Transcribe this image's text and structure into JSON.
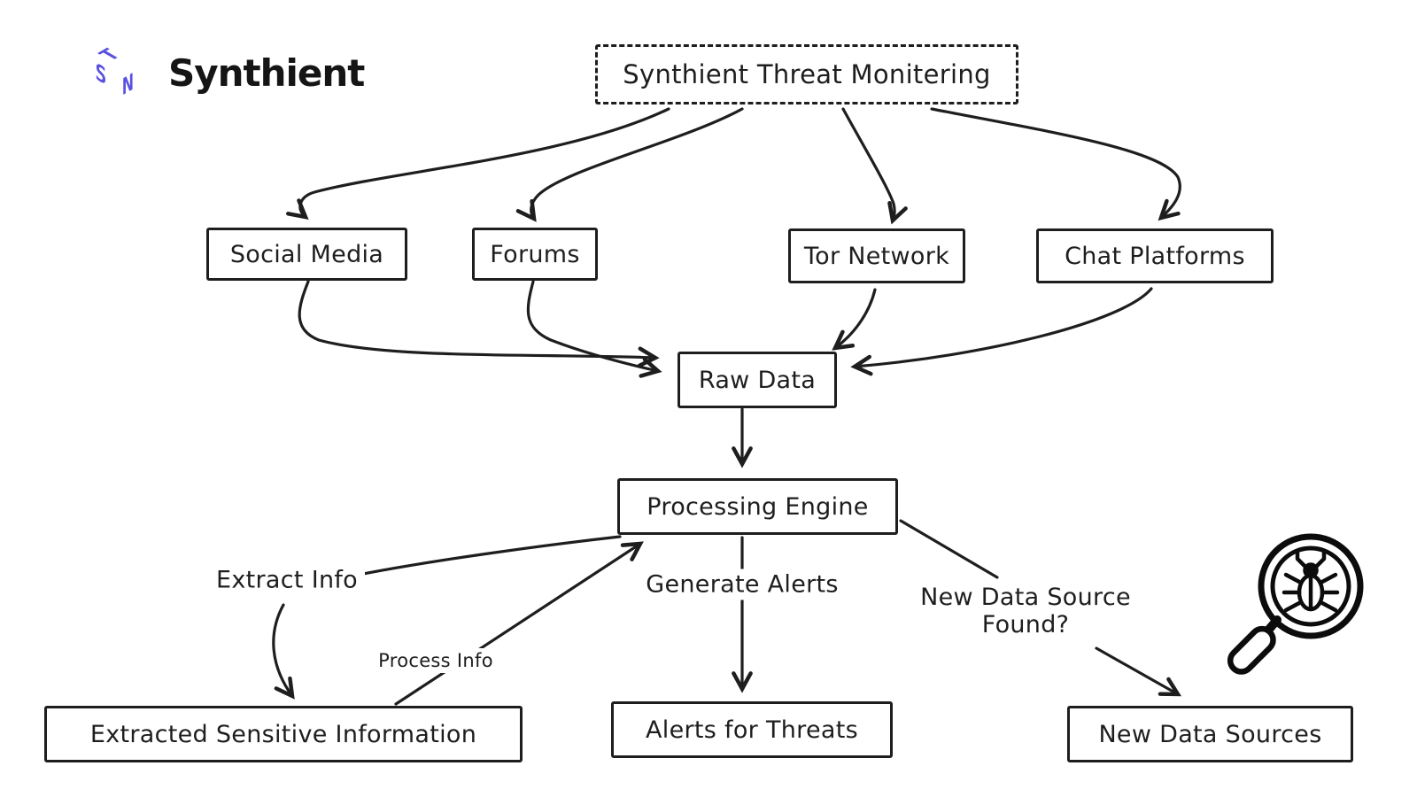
{
  "brand": {
    "name": "Synthient",
    "logo_color": "#5b50e0",
    "logo_mark_letters": {
      "top": "T",
      "left": "S",
      "right": "N"
    }
  },
  "colors": {
    "ink": "#1e1e1e",
    "background": "#ffffff"
  },
  "diagram": {
    "title": "Synthient Threat Monitering",
    "nodes": {
      "social_media": {
        "label": "Social Media"
      },
      "forums": {
        "label": "Forums"
      },
      "tor_network": {
        "label": "Tor Network"
      },
      "chat_platforms": {
        "label": "Chat Platforms"
      },
      "raw_data": {
        "label": "Raw Data"
      },
      "processing_engine": {
        "label": "Processing Engine"
      },
      "extracted_sensitive_information": {
        "label": "Extracted Sensitive Information"
      },
      "alerts_for_threats": {
        "label": "Alerts for Threats"
      },
      "new_data_sources": {
        "label": "New Data Sources"
      }
    },
    "edge_labels": {
      "extract_info": "Extract Info",
      "process_info": "Process Info",
      "generate_alerts": "Generate Alerts",
      "new_data_source_found_line1": "New Data Source",
      "new_data_source_found_line2": "Found?"
    }
  },
  "icons": {
    "bug_magnifier": "bug-search-magnifier-icon"
  }
}
